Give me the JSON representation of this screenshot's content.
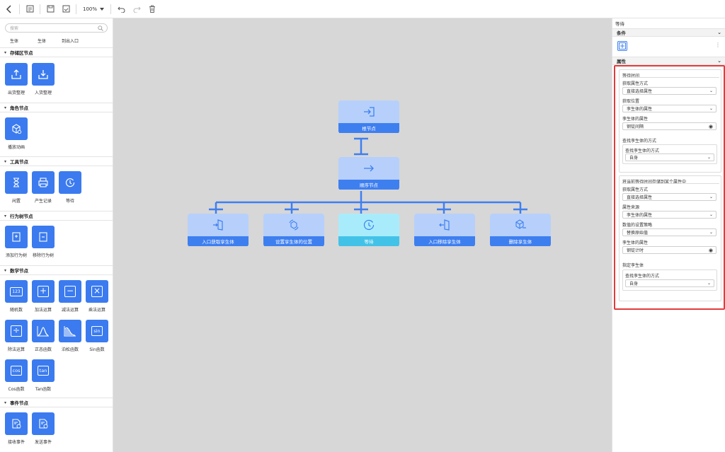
{
  "toolbar": {
    "zoom": "100%"
  },
  "left_panel": {
    "search_placeholder": "搜索",
    "cut_items": [
      "生体",
      "生体",
      "到出入口"
    ],
    "sections": [
      {
        "title": "存储区节点",
        "items": [
          {
            "label": "出货整理",
            "icon": "upload-icon"
          },
          {
            "label": "入货整理",
            "icon": "download-icon"
          }
        ]
      },
      {
        "title": "角色节点",
        "items": [
          {
            "label": "播放动画",
            "icon": "cube-play-icon"
          }
        ]
      },
      {
        "title": "工具节点",
        "items": [
          {
            "label": "闲置",
            "icon": "hourglass-icon"
          },
          {
            "label": "产生记录",
            "icon": "printer-icon"
          },
          {
            "label": "等待",
            "icon": "wait-clock-icon"
          }
        ]
      },
      {
        "title": "行为树节点",
        "items": [
          {
            "label": "添加行为树",
            "icon": "add-tree-icon"
          },
          {
            "label": "移除行为树",
            "icon": "remove-tree-icon"
          }
        ]
      },
      {
        "title": "数学节点",
        "items": [
          {
            "label": "随机数",
            "icon": "random-number-icon",
            "glyph": "123"
          },
          {
            "label": "加法运算",
            "icon": "add-icon",
            "glyph": "+"
          },
          {
            "label": "减法运算",
            "icon": "subtract-icon",
            "glyph": "−"
          },
          {
            "label": "乘法运算",
            "icon": "multiply-icon",
            "glyph": "×"
          },
          {
            "label": "除法运算",
            "icon": "divide-icon",
            "glyph": "÷"
          },
          {
            "label": "正态函数",
            "icon": "normal-dist-icon"
          },
          {
            "label": "泊松函数",
            "icon": "poisson-dist-icon"
          },
          {
            "label": "Sin函数",
            "icon": "sin-icon",
            "glyph": "sin"
          },
          {
            "label": "Cos函数",
            "icon": "cos-icon",
            "glyph": "cos"
          },
          {
            "label": "Tan函数",
            "icon": "tan-icon",
            "glyph": "tan"
          }
        ]
      },
      {
        "title": "事件节点",
        "items": [
          {
            "label": "接收事件",
            "icon": "receive-event-icon"
          },
          {
            "label": "发送事件",
            "icon": "send-event-icon"
          }
        ]
      }
    ]
  },
  "canvas": {
    "root": {
      "label": "根节点",
      "icon": "enter-icon"
    },
    "sequence": {
      "label": "顺序节点",
      "icon": "arrow-right-icon"
    },
    "children": [
      {
        "label": "入口获取享生体",
        "icon": "door-enter-icon"
      },
      {
        "label": "设置享生体的位置",
        "icon": "position-icon"
      },
      {
        "label": "等待",
        "icon": "wait-clock-icon",
        "active": true
      },
      {
        "label": "入口移除享生体",
        "icon": "door-exit-icon"
      },
      {
        "label": "删除享生体",
        "icon": "delete-cube-icon"
      }
    ]
  },
  "right_panel": {
    "title": "等待",
    "conditions_label": "条件",
    "props_label": "属性",
    "group1": {
      "title": "等待时间",
      "f1_label": "获取属性方式",
      "f1_value": "直接选择属性",
      "f2_label": "获取位置",
      "f2_value": "孪生体的属性",
      "f3_label": "孪生体的属性",
      "f3_value": "钢锭间隔",
      "f4_label": "查找孪生体的方式",
      "f4_inner_label": "查找孪生体的方式",
      "f4_value": "自身"
    },
    "group2": {
      "title": "将当前等待时间存储到某个属性中",
      "f1_label": "获取属性方式",
      "f1_value": "直接选择属性",
      "f2_label": "属性来源",
      "f2_value": "孪生体的属性",
      "f3_label": "数值的设置策略",
      "f3_value": "替换原始值",
      "f4_label": "孪生体的属性",
      "f4_value": "钢锭计时",
      "f5_label": "指定孪生体",
      "f5_inner_label": "查找孪生体的方式",
      "f5_value": "自身"
    }
  },
  "colors": {
    "accent": "#3e7ff0",
    "active": "#43c2e8",
    "highlight_frame": "#e23b3b",
    "canvas_bg": "#d7d7d7"
  }
}
